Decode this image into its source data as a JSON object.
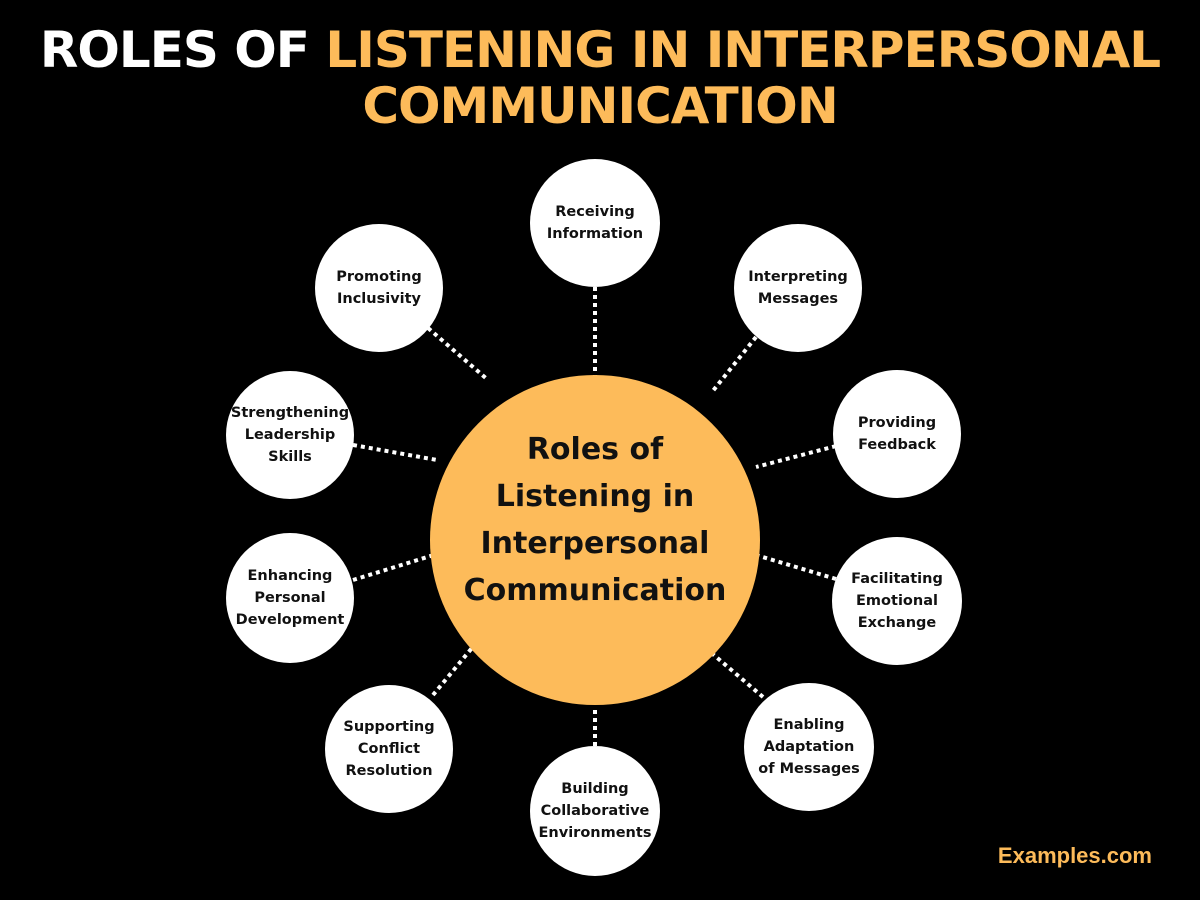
{
  "title": {
    "line1_white": "ROLES OF ",
    "line1_accent": "LISTENING IN INTERPERSONAL",
    "line2_accent": "COMMUNICATION"
  },
  "colors": {
    "background": "#000000",
    "accent": "#FDBB5A",
    "node_fill": "#FFFFFF",
    "text_dark": "#111111"
  },
  "center": {
    "label": "Roles of\nListening in\nInterpersonal\nCommunication"
  },
  "nodes": [
    {
      "id": "receiving",
      "label": "Receiving\nInformation"
    },
    {
      "id": "interpreting",
      "label": "Interpreting\nMessages"
    },
    {
      "id": "providing",
      "label": "Providing\nFeedback"
    },
    {
      "id": "facilitating",
      "label": "Facilitating\nEmotional\nExchange"
    },
    {
      "id": "enabling",
      "label": "Enabling\nAdaptation\nof Messages"
    },
    {
      "id": "building",
      "label": "Building\nCollaborative\nEnvironments"
    },
    {
      "id": "supporting",
      "label": "Supporting\nConflict\nResolution"
    },
    {
      "id": "enhancing",
      "label": "Enhancing\nPersonal\nDevelopment"
    },
    {
      "id": "strengthening",
      "label": "Strengthening\nLeadership\nSkills"
    },
    {
      "id": "promoting",
      "label": "Promoting\nInclusivity"
    }
  ],
  "footer": {
    "brand": "Examples.com"
  }
}
